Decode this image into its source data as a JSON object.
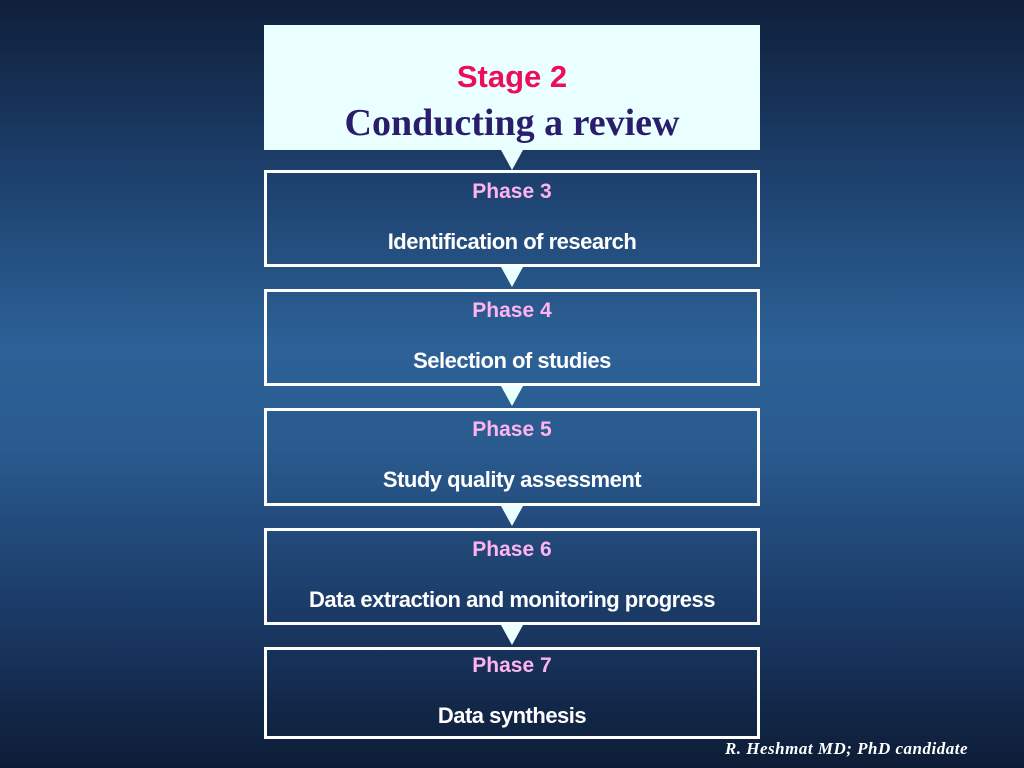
{
  "stage": {
    "label": "Stage 2",
    "title": "Conducting a review"
  },
  "phases": [
    {
      "label": "Phase 3",
      "text": "Identification of research"
    },
    {
      "label": "Phase 4",
      "text": "Selection of studies"
    },
    {
      "label": "Phase 5",
      "text": "Study quality assessment"
    },
    {
      "label": "Phase 6",
      "text": "Data extraction and monitoring progress"
    },
    {
      "label": "Phase 7",
      "text": "Data synthesis"
    }
  ],
  "credit": "R. Heshmat MD; PhD candidate",
  "colors": {
    "stage_box_fill": "#eaffff",
    "stage_label": "#ee0d5a",
    "stage_title": "#2a1d6b",
    "phase_label": "#ffb3f0",
    "phase_text": "#ffffff",
    "border": "#ffffff"
  }
}
